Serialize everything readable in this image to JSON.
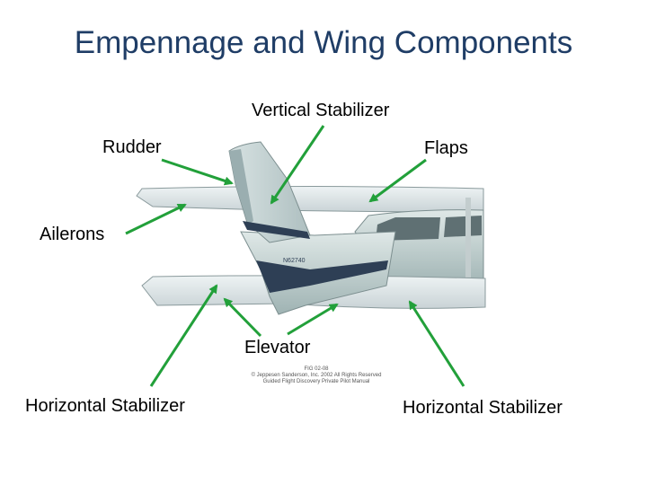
{
  "title": "Empennage and Wing Components",
  "labels": {
    "vertical_stabilizer": "Vertical Stabilizer",
    "rudder": "Rudder",
    "flaps": "Flaps",
    "ailerons": "Ailerons",
    "elevator": "Elevator",
    "horizontal_stabilizer_left": "Horizontal Stabilizer",
    "horizontal_stabilizer_right": "Horizontal Stabilizer"
  },
  "aircraft": {
    "registration": "N62740"
  },
  "caption": {
    "fig": "FIG 02-08",
    "copyright": "© Jeppesen Sanderson, Inc. 2002 All Rights Reserved",
    "source": "Guided Flight Discovery Private Pilot Manual"
  },
  "colors": {
    "arrow": "#22a03a",
    "title": "#1f3d66"
  }
}
